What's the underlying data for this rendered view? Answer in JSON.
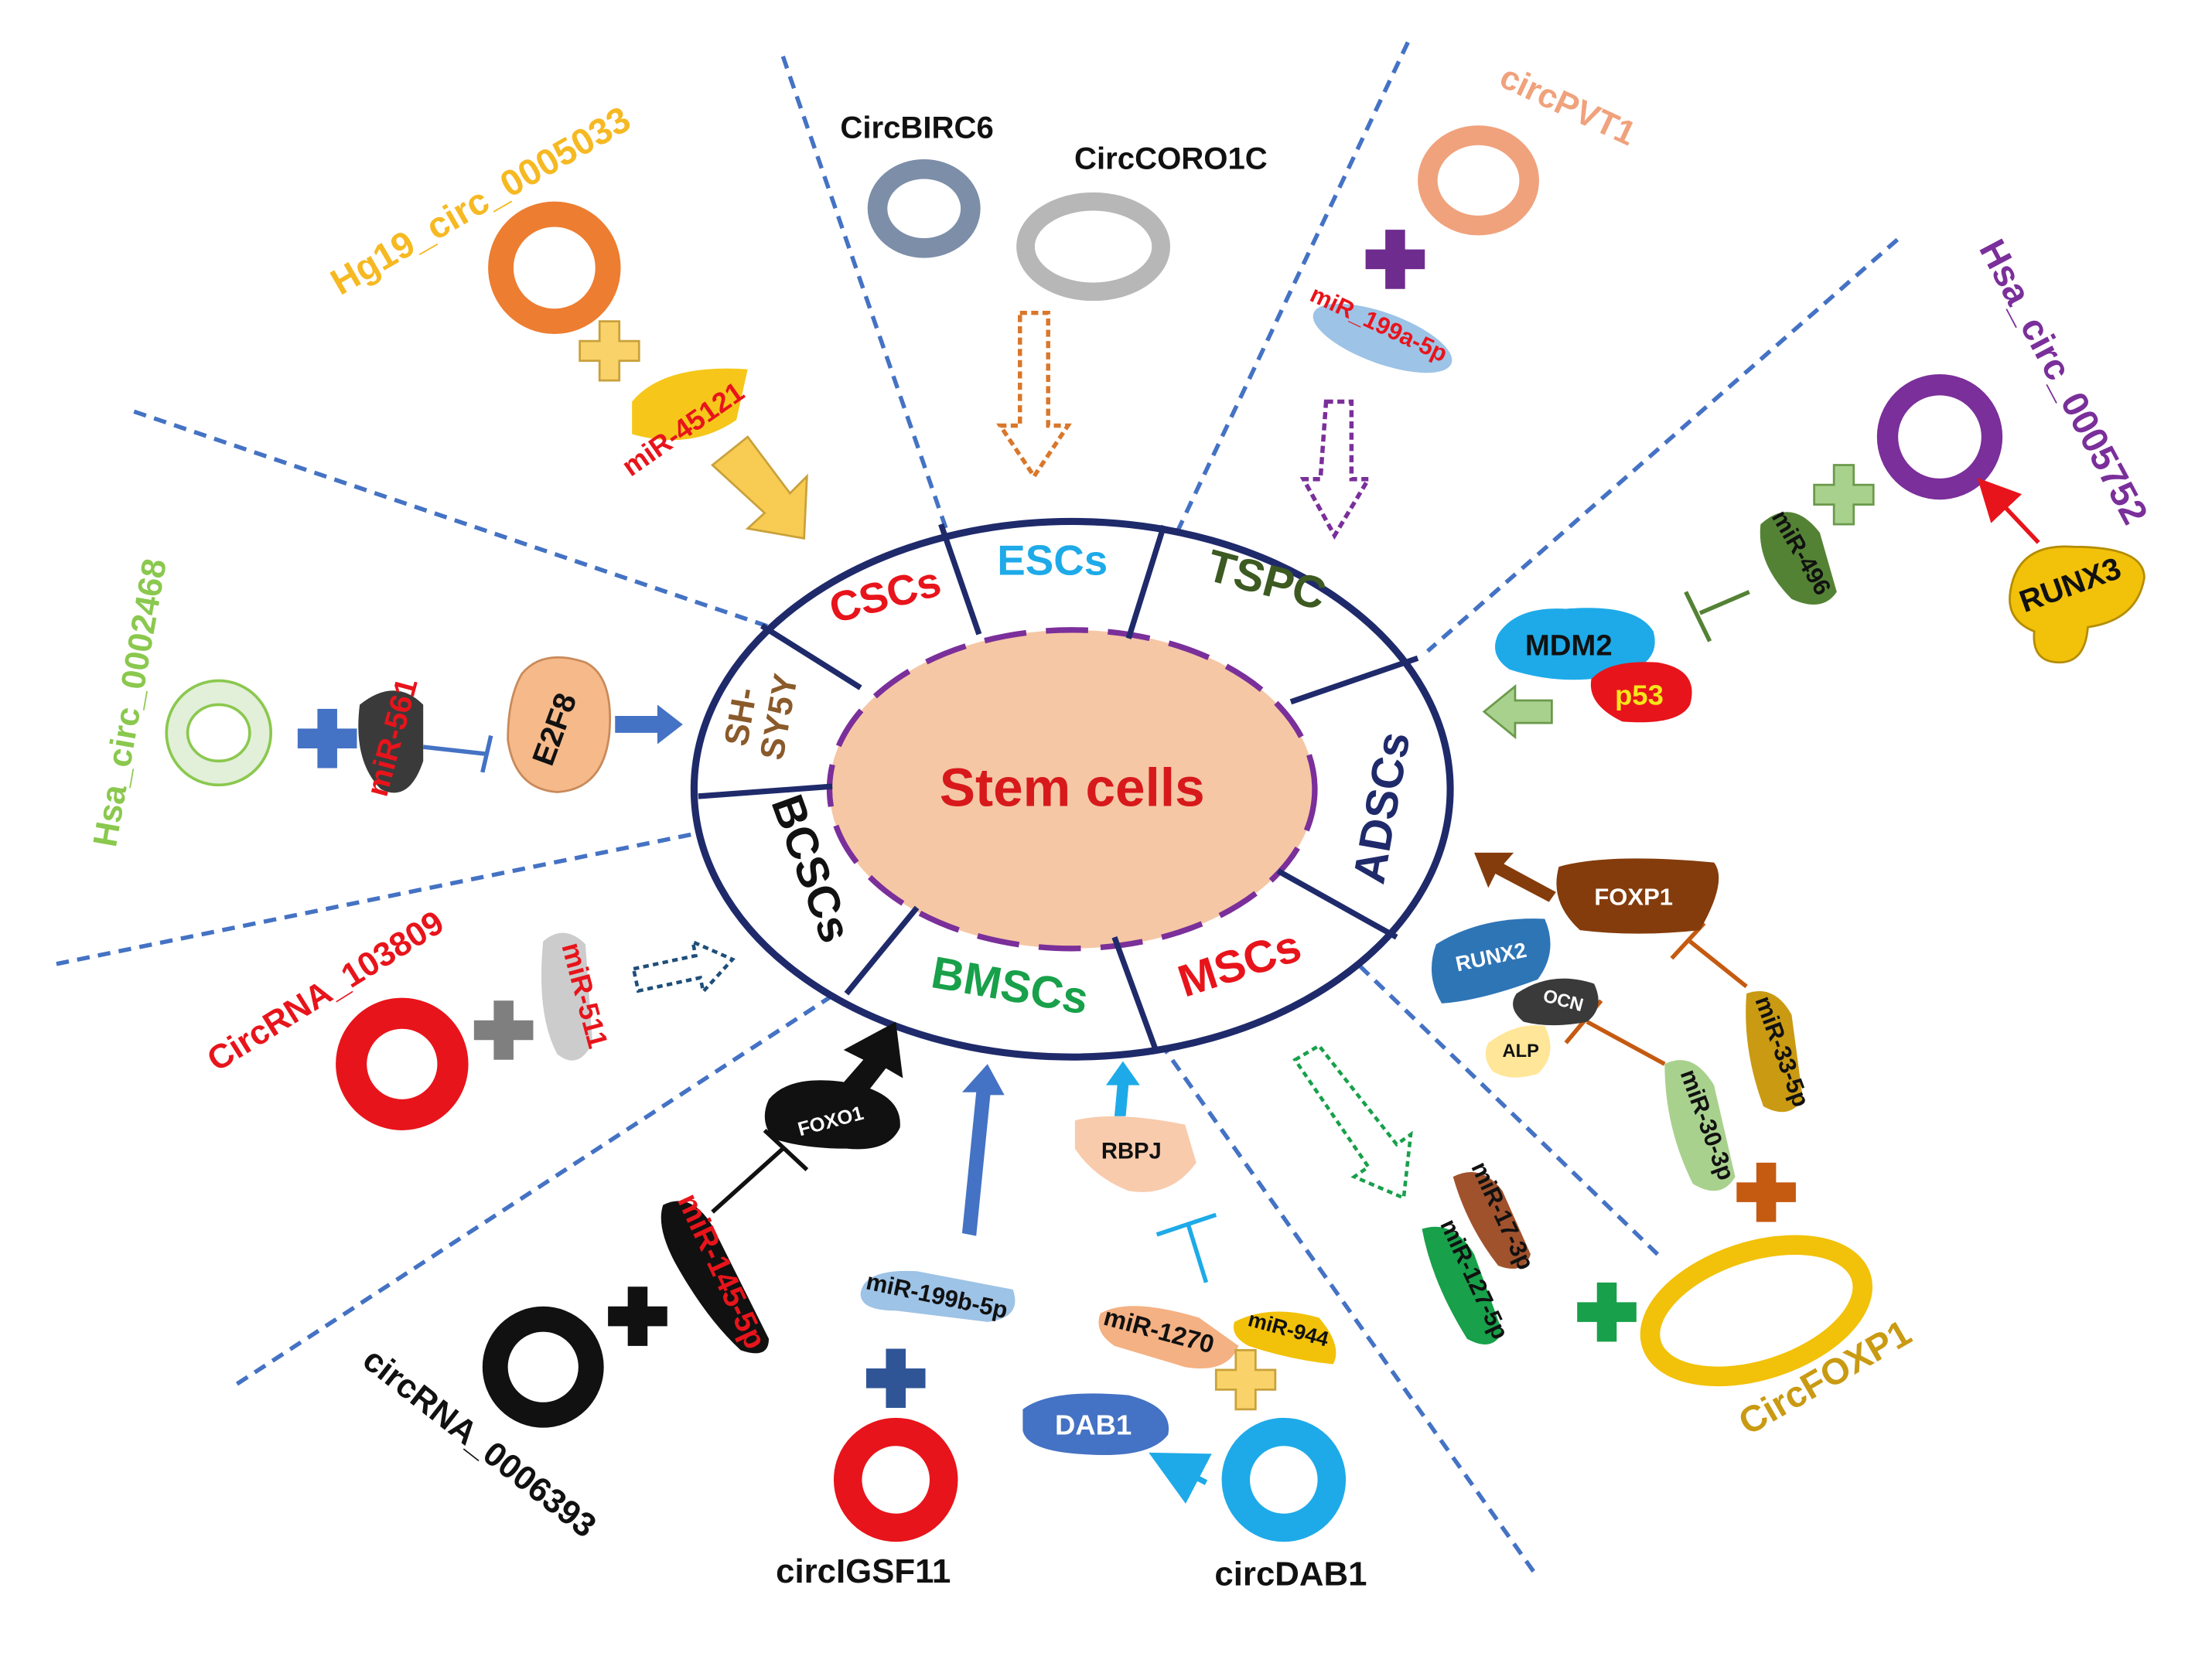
{
  "center": {
    "label": "Stem cells",
    "color": "#d7191c",
    "fill": "#f5c7a5"
  },
  "segments": {
    "cscs": {
      "label": "CSCs",
      "color": "#e8141b"
    },
    "escs": {
      "label": "ESCs",
      "color": "#1eaae8"
    },
    "tspc": {
      "label": "TSPC",
      "color": "#3c5a21"
    },
    "adscs": {
      "label": "ADSCs",
      "color": "#1f2a6b"
    },
    "mscs": {
      "label": "MSCs",
      "color": "#e8141b"
    },
    "bmscs": {
      "label": "BMSCs",
      "color": "#18a04a"
    },
    "bcscs": {
      "label": "BCSCs",
      "color": "#111111"
    },
    "shsy5y": {
      "label_1": "SH-",
      "label_2": "SY5Y",
      "color": "#8a5a2a"
    }
  },
  "circrnas": {
    "hg19": {
      "label": "Hg19_circ_0005033",
      "color": "#f6b922"
    },
    "circbirc6": {
      "label": "CircBIRC6",
      "color": "#111111"
    },
    "circcoro1c": {
      "label": "CircCORO1C",
      "color": "#111111"
    },
    "circpvt1": {
      "label": "circPVT1",
      "color": "#f0a27c"
    },
    "hsa5752": {
      "label": "Hsa_circ_0005752",
      "color": "#7a2f9a"
    },
    "hsa2468": {
      "label": "Hsa_circ_0002468",
      "color": "#8ac84e"
    },
    "circrna103809": {
      "label": "CircRNA_103809",
      "color": "#e8141b"
    },
    "circrna6393": {
      "label": "circRNA_0006393",
      "color": "#111111"
    },
    "circigsf11": {
      "label": "circIGSF11",
      "color": "#111111"
    },
    "circdab1": {
      "label": "circDAB1",
      "color": "#111111"
    },
    "circfoxp1": {
      "label": "CircFOXP1",
      "color": "#c99a12"
    }
  },
  "mirnas": {
    "mir45121": "miR-45121",
    "mir199a": "miR_199a-5p",
    "mir496": "miR-496",
    "mir561": "miR-561",
    "mir511": "miR-511",
    "mir145": "miR-145-5p",
    "mir199b": "miR-199b-5p",
    "mir1270": "miR-1270",
    "mir944": "miR-944",
    "mir17": "miR-17-3p",
    "mir127": "miR-127-5p",
    "mir30": "miR-30-3p",
    "mir33": "miR-33-5p"
  },
  "proteins": {
    "runx3": "RUNX3",
    "mdm2": "MDM2",
    "p53": "p53",
    "e2f8": "E2F8",
    "foxo1": "FOXO1",
    "rbpj": "RBPJ",
    "dab1": "DAB1",
    "foxp1": "FOXP1",
    "runx2": "RUNX2",
    "ocn": "OCN",
    "alp": "ALP"
  }
}
